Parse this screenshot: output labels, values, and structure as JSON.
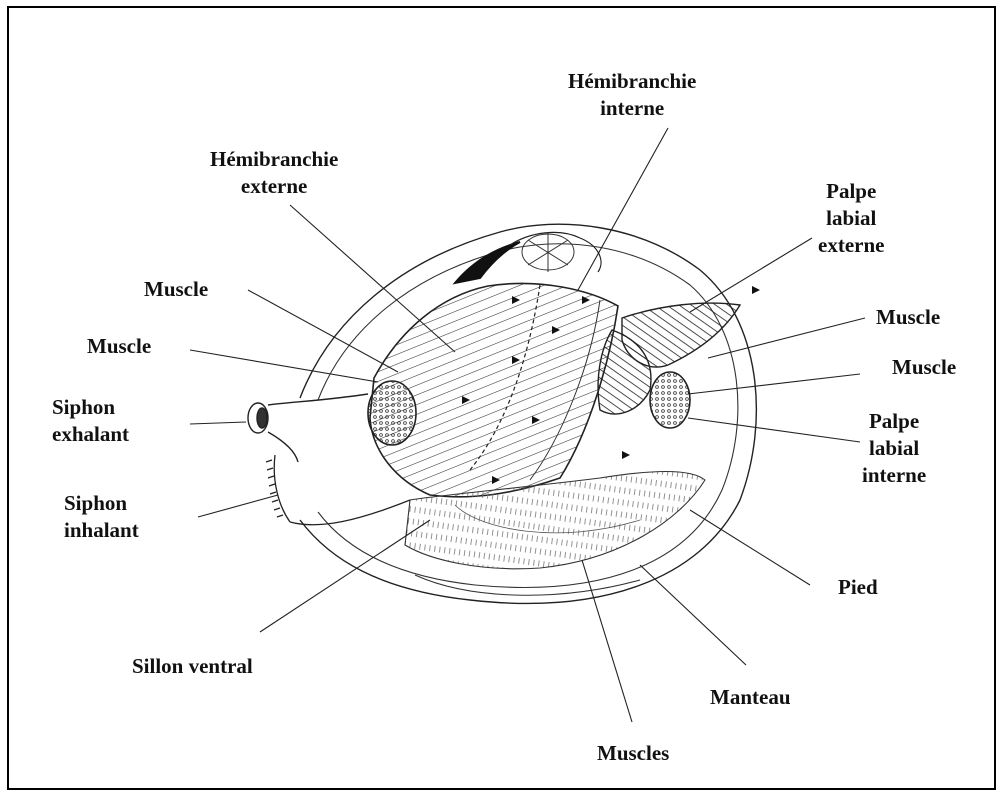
{
  "labels": {
    "hemi_interne": [
      "Hémibranchie",
      "interne"
    ],
    "hemi_externe": [
      "Hémibranchie",
      "externe"
    ],
    "palpe_externe": [
      "Palpe",
      "labial",
      "externe"
    ],
    "muscle_tl": "Muscle",
    "muscle_ml": "Muscle",
    "muscle_r1": "Muscle",
    "muscle_r2": "Muscle",
    "siphon_exhalant": [
      "Siphon",
      "exhalant"
    ],
    "siphon_inhalant": [
      "Siphon",
      "inhalant"
    ],
    "palpe_interne": [
      "Palpe",
      "labial",
      "interne"
    ],
    "pied": "Pied",
    "sillon_ventral": "Sillon ventral",
    "manteau": "Manteau",
    "muscles": "Muscles"
  }
}
